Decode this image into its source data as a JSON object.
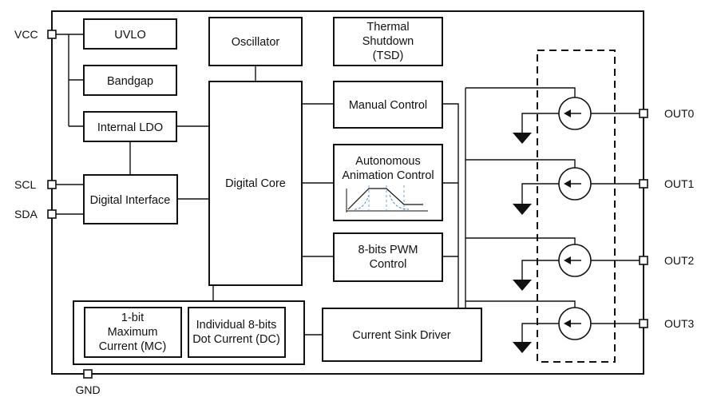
{
  "pins": {
    "vcc": "VCC",
    "scl": "SCL",
    "sda": "SDA",
    "gnd": "GND",
    "out0": "OUT0",
    "out1": "OUT1",
    "out2": "OUT2",
    "out3": "OUT3"
  },
  "blocks": {
    "uvlo": "UVLO",
    "bandgap": "Bandgap",
    "internal_ldo": "Internal LDO",
    "digital_interface": "Digital Interface",
    "oscillator": "Oscillator",
    "thermal_shutdown": [
      "Thermal",
      "Shutdown",
      "(TSD)"
    ],
    "digital_core": "Digital Core",
    "manual_control": "Manual Control",
    "autonomous_animation_control": [
      "Autonomous",
      "Animation Control"
    ],
    "pwm_control": [
      "8-bits PWM",
      "Control"
    ],
    "maximum_current": [
      "1-bit",
      "Maximum",
      "Current (MC)"
    ],
    "dot_current": [
      "Individual 8-bits",
      "Dot Current (DC)"
    ],
    "current_sink_driver": "Current Sink Driver"
  }
}
